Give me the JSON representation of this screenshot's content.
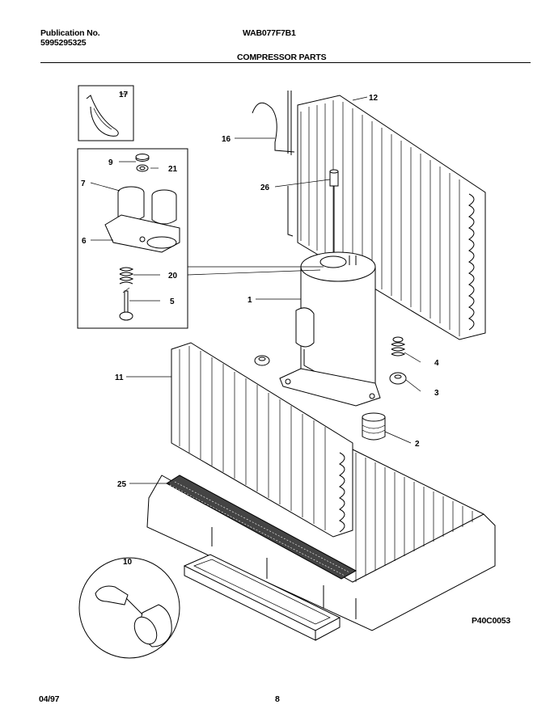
{
  "header": {
    "publication_label": "Publication No.",
    "publication_number": "5995295325",
    "model": "WAB077F7B1",
    "section_title": "COMPRESSOR PARTS"
  },
  "diagram": {
    "code": "P40C0053",
    "callouts": {
      "c1": "1",
      "c2": "2",
      "c3": "3",
      "c4": "4",
      "c5": "5",
      "c6": "6",
      "c7": "7",
      "c9": "9",
      "c10": "10",
      "c11": "11",
      "c12": "12",
      "c16": "16",
      "c17": "17",
      "c20": "20",
      "c21": "21",
      "c25": "25",
      "c26": "26"
    }
  },
  "footer": {
    "date": "04/97",
    "page": "8"
  }
}
